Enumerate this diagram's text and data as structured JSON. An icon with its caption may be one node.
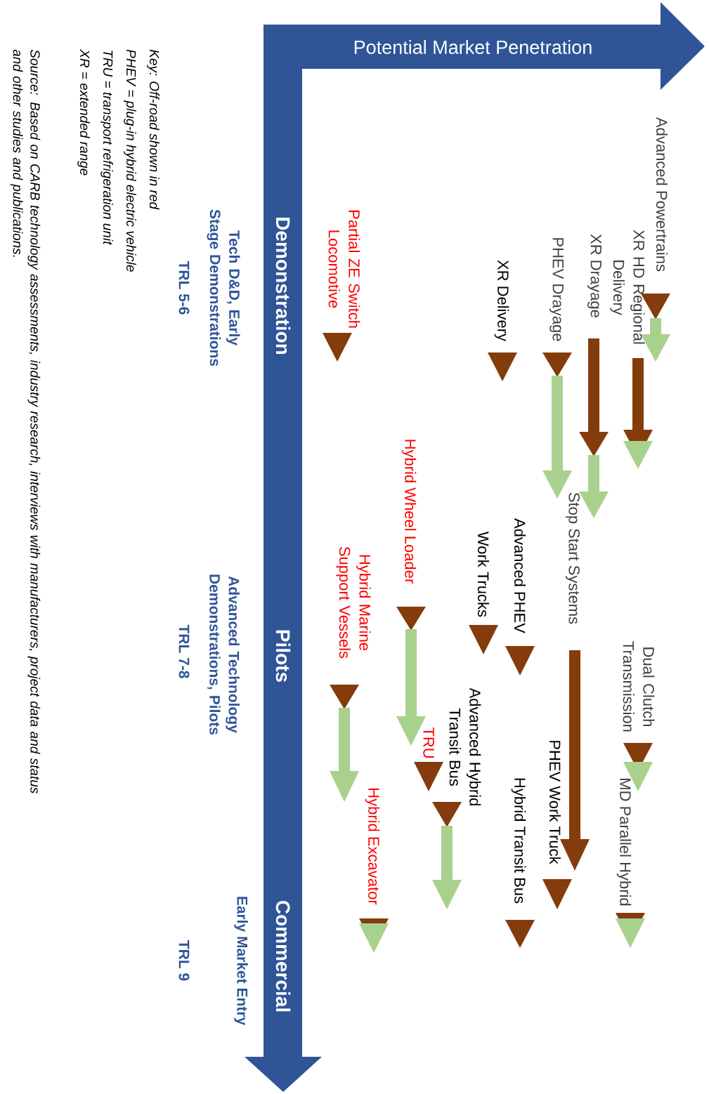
{
  "diagram": {
    "labels": [
      "Potential Market Penetration",
      "Advanced Powertrains",
      "XR HD Regional Delivery",
      "XR Drayage",
      "PHEV Drayage",
      "XR Delivery",
      "Partial ZE Switch Locomotive",
      "Stop Start Systems",
      "Advanced PHEV",
      "Work Trucks",
      "Hybrid Wheel Loader",
      "Hybrid Marine Support Vessels",
      "Dual Clutch Transmission",
      "MD Parallel Hybrid",
      "PHEV Work Truck",
      "Hybrid Transit Bus",
      "Advanced Hybrid Transit Bus",
      "TRU",
      "Hybrid Excavator",
      "Demonstration",
      "Pilots",
      "Commercial",
      "Tech D&D, Early Stage Demonstrations",
      "TRL 5-6",
      "Advanced Technology Demonstrations, Pilots",
      "TRL 7-8",
      "Early Market Entry",
      "TRL 9",
      "Key:  Off-road shown in red",
      "PHEV = plug-in hybrid electric vehicle",
      "TRU = transport refrigeration unit",
      "XR = extended range",
      "Source:  Based on CARB technology assessments, industry research, interviews with manufacturers, project data and status and other studies and publications."
    ]
  }
}
